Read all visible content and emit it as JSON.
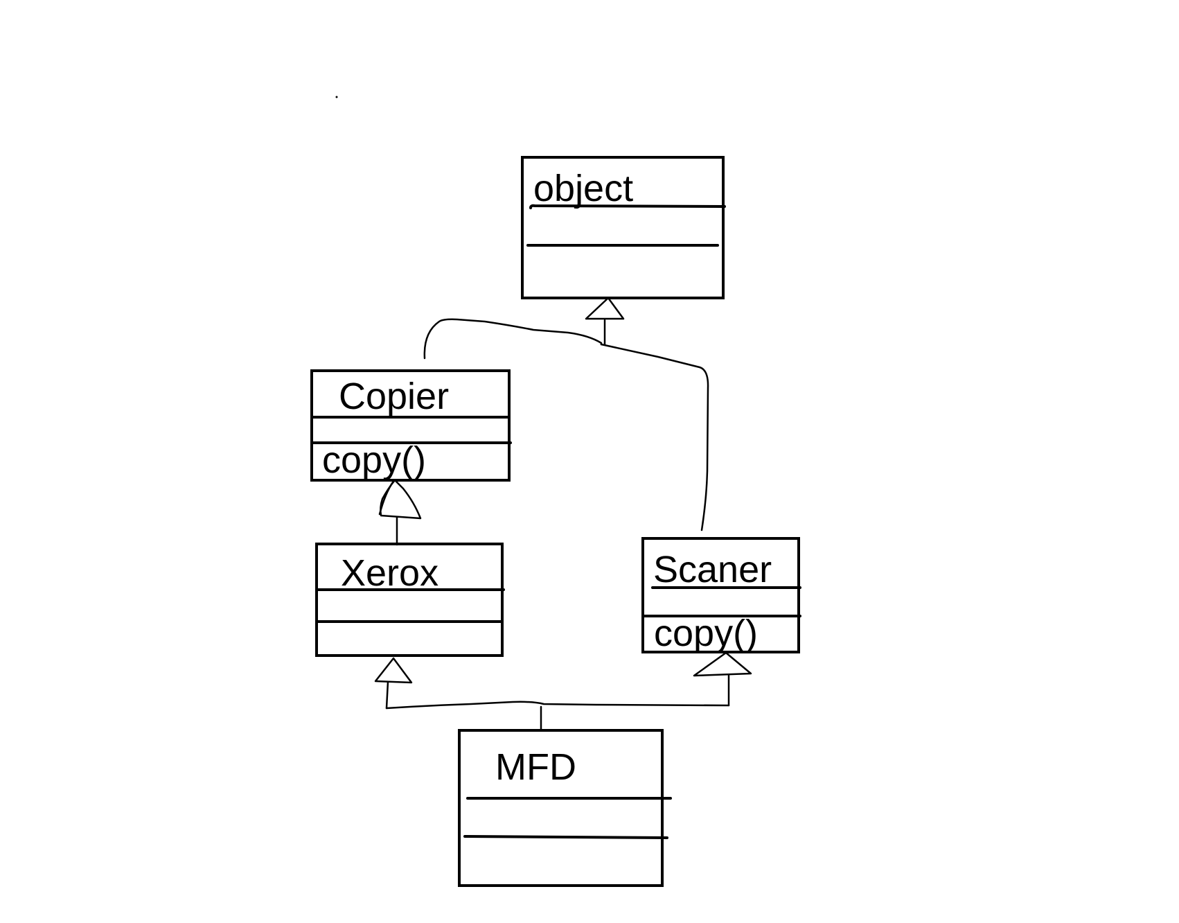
{
  "classes": {
    "object": {
      "name": "object",
      "method": ""
    },
    "copier": {
      "name": "Copier",
      "method": "copy()"
    },
    "xerox": {
      "name": "Xerox",
      "method": ""
    },
    "scaner": {
      "name": "Scaner",
      "method": "copy()"
    },
    "mfd": {
      "name": "MFD",
      "method": ""
    }
  },
  "colors": {
    "stroke": "#000000",
    "background": "#ffffff"
  }
}
